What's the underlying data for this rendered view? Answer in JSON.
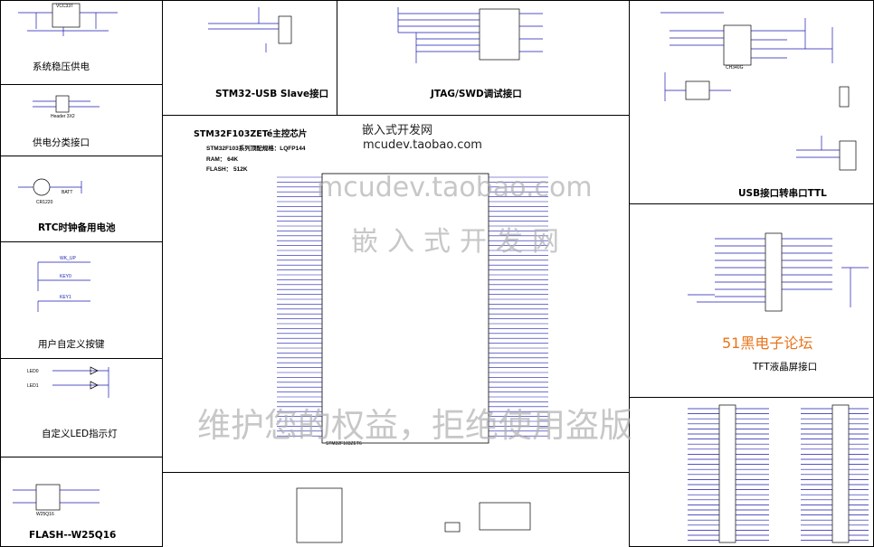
{
  "panels": {
    "power_reg": {
      "title": "系统稳压供电",
      "chip": "VCC33T"
    },
    "power_split": {
      "title": "供电分类接口",
      "header": "Header 3X2"
    },
    "rtc": {
      "title": "RTC时钟备用电池",
      "battery": "BATT",
      "cap": "CR1220"
    },
    "keys": {
      "title": "用户自定义按键",
      "key_up": "WK_UP",
      "key0": "KEY0",
      "key1": "KEY1"
    },
    "leds": {
      "title": "自定义LED指示灯",
      "led0": "LED0",
      "led1": "LED1"
    },
    "flash": {
      "title": "FLASH--W25Q16",
      "chip": "W25Q16"
    },
    "usb_slave": {
      "title": "STM32-USB Slave接口"
    },
    "jtag": {
      "title": "JTAG/SWD调试接口"
    },
    "usb_ttl": {
      "title": "USB接口转串口TTL",
      "chip": "CH340G"
    },
    "tft": {
      "title": "TFT液晶屏接口",
      "forum": "51黑电子论坛"
    },
    "mcu": {
      "title": "STM32F103ZETé主控芯片",
      "spec_line1": "STM32F103系列顶配规格：LQFP144",
      "spec_line2": "RAM：  64K",
      "spec_line3": "FLASH：  512K",
      "chip_label": "STM32F103ZET6"
    }
  },
  "watermarks": {
    "site_cn": "嵌入式开发网",
    "site_url": "mcudev.taobao.com",
    "big_url": "mcudev.taobao.com",
    "big_cn": "嵌入式开发网",
    "rights": "维护您的权益，拒绝使用盗版"
  },
  "colors": {
    "net_blue": "#1a1ab0",
    "net_red": "#d40000",
    "forum_orange": "#e8741a",
    "watermark": "#b0b0b0"
  }
}
